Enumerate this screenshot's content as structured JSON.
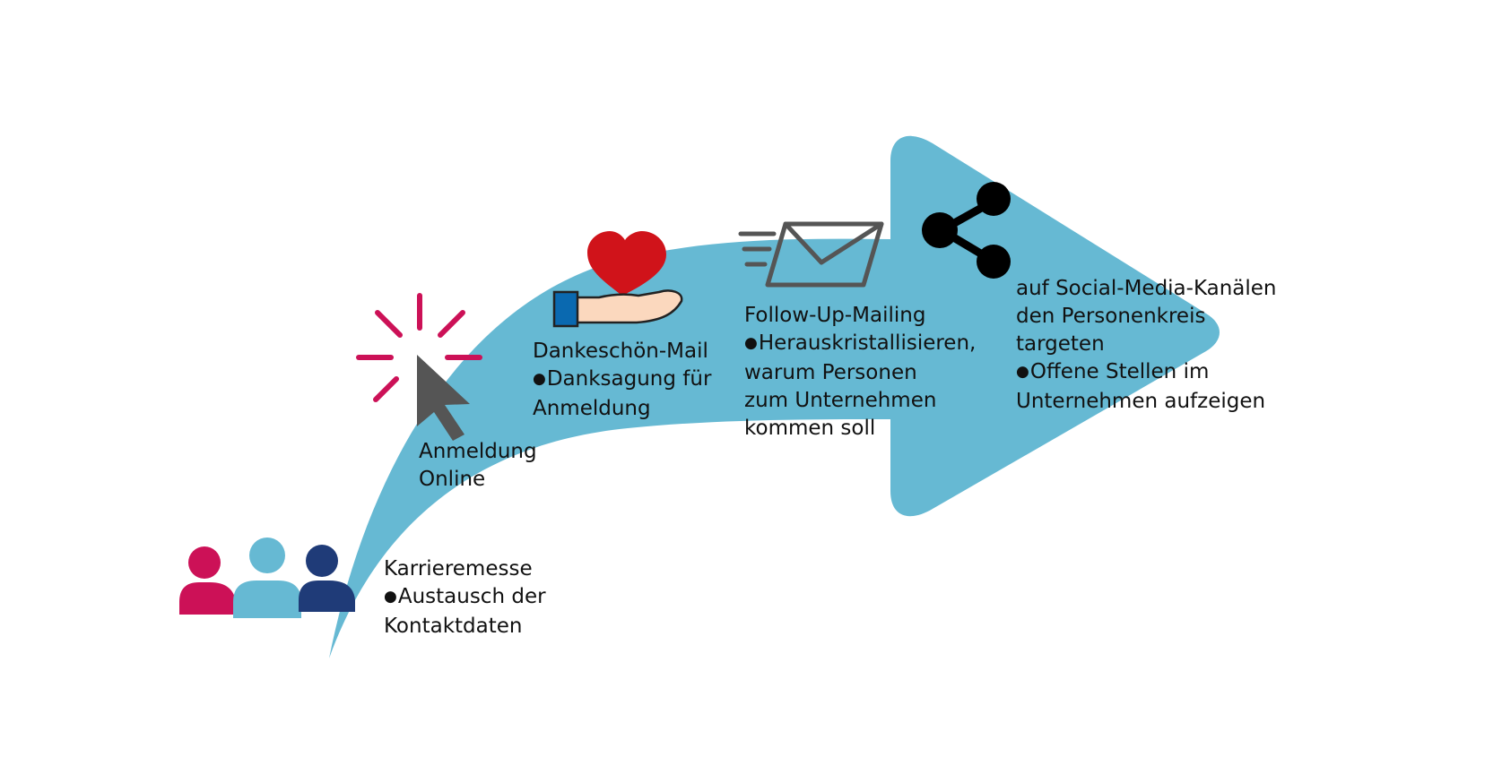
{
  "colors": {
    "arrow": "#66b9d3",
    "pink": "#cc1157",
    "lightblue": "#66b9d3",
    "navy": "#1f3b78",
    "heart": "#d0131a",
    "glove": "#0a69b0",
    "hand": "#fbd8be",
    "cursor": "#555555",
    "mail": "#555555",
    "share": "#000000"
  },
  "icons": [
    "people-group-icon",
    "click-cursor-icon",
    "hand-heart-icon",
    "fast-mail-icon",
    "share-icon"
  ],
  "steps": [
    {
      "title": "Karrieremesse",
      "bullets": [
        [
          "Austausch der",
          "Kontaktdaten"
        ]
      ]
    },
    {
      "title_lines": [
        "Anmeldung",
        "Online"
      ]
    },
    {
      "title": "Dankeschön-Mail",
      "bullets": [
        [
          "Danksagung für",
          "Anmeldung"
        ]
      ]
    },
    {
      "title": "Follow-Up-Mailing",
      "bullets": [
        [
          "Herauskristallisieren,",
          "warum Personen",
          "zum Unternehmen",
          "kommen soll"
        ]
      ]
    },
    {
      "title_lines": [
        "auf Social-Media-Kanälen",
        "den Personenkreis",
        "targeten"
      ],
      "bullets": [
        [
          "Offene Stellen im",
          "Unternehmen aufzeigen"
        ]
      ]
    }
  ]
}
